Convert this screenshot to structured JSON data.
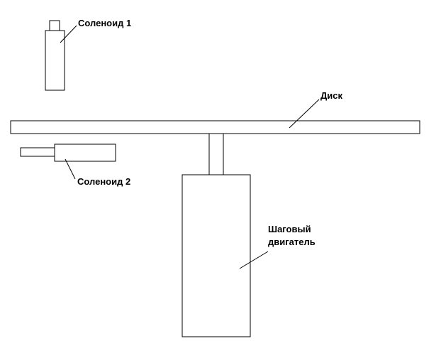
{
  "labels": {
    "solenoid1": "Соленоид 1",
    "disk": "Диск",
    "solenoid2": "Соленоид 2",
    "motor_line1": "Шаговый",
    "motor_line2": "двигатель"
  }
}
